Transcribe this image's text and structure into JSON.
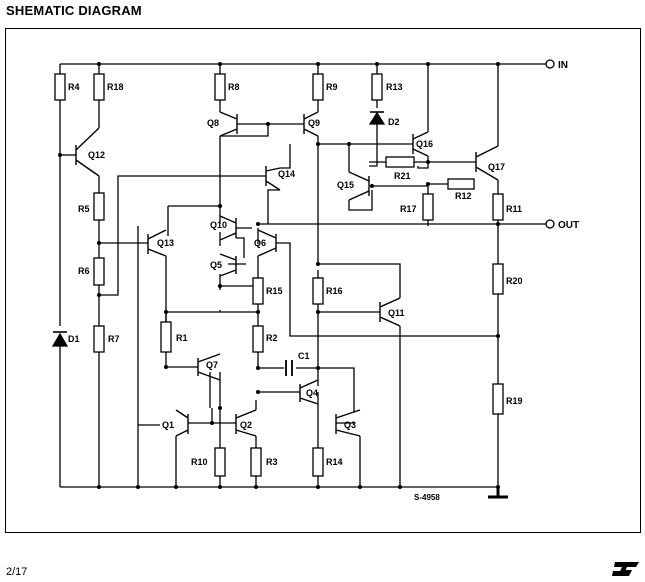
{
  "header": {
    "title": "SHEMATIC DIAGRAM"
  },
  "footer": {
    "page": "2/17",
    "logo_icon": "st-logo-icon"
  },
  "diagram": {
    "drawing_code": "S-4958",
    "terminals": {
      "input": "IN",
      "output": "OUT"
    },
    "labels": {
      "R4": "R4",
      "R18": "R18",
      "R8": "R8",
      "R9": "R9",
      "R13": "R13",
      "D2": "D2",
      "Q8": "Q8",
      "Q9": "Q9",
      "Q12": "Q12",
      "Q16": "Q16",
      "Q17": "Q17",
      "Q14": "Q14",
      "Q15": "Q15",
      "R21": "R21",
      "R12": "R12",
      "R5": "R5",
      "R17": "R17",
      "R11": "R11",
      "Q10": "Q10",
      "Q6": "Q6",
      "Q13": "Q13",
      "R6": "R6",
      "Q5": "Q5",
      "R15": "R15",
      "R16": "R16",
      "R20": "R20",
      "Q11": "Q11",
      "D1": "D1",
      "R7": "R7",
      "R1": "R1",
      "R2": "R2",
      "Q7": "Q7",
      "C1": "C1",
      "Q4": "Q4",
      "R19": "R19",
      "Q1": "Q1",
      "Q2": "Q2",
      "Q3": "Q3",
      "R10": "R10",
      "R3": "R3",
      "R14": "R14"
    }
  }
}
